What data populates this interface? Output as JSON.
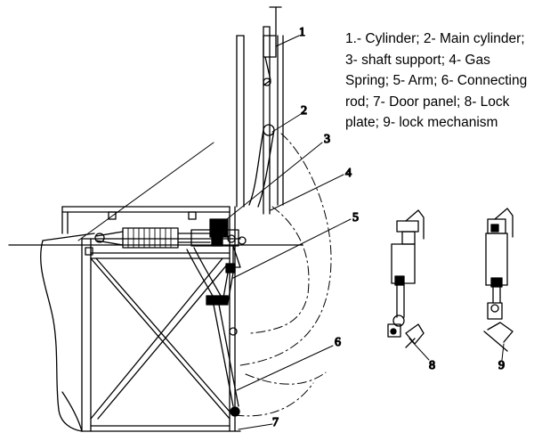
{
  "legend": {
    "items": [
      "1.- Cylinder;",
      "2- Main cylinder;",
      "3- shaft support;",
      "4- Gas Spring;",
      "5- Arm;",
      "6- Connecting rod;",
      "7- Door panel;",
      "8- Lock plate;",
      "9- lock mechanism"
    ]
  },
  "callouts": {
    "c1": "1",
    "c2": "2",
    "c3": "3",
    "c4": "4",
    "c5": "5",
    "c6": "6",
    "c7": "7",
    "c8": "8",
    "c9": "9"
  },
  "colors": {
    "ink": "#000000",
    "paper": "#ffffff"
  }
}
